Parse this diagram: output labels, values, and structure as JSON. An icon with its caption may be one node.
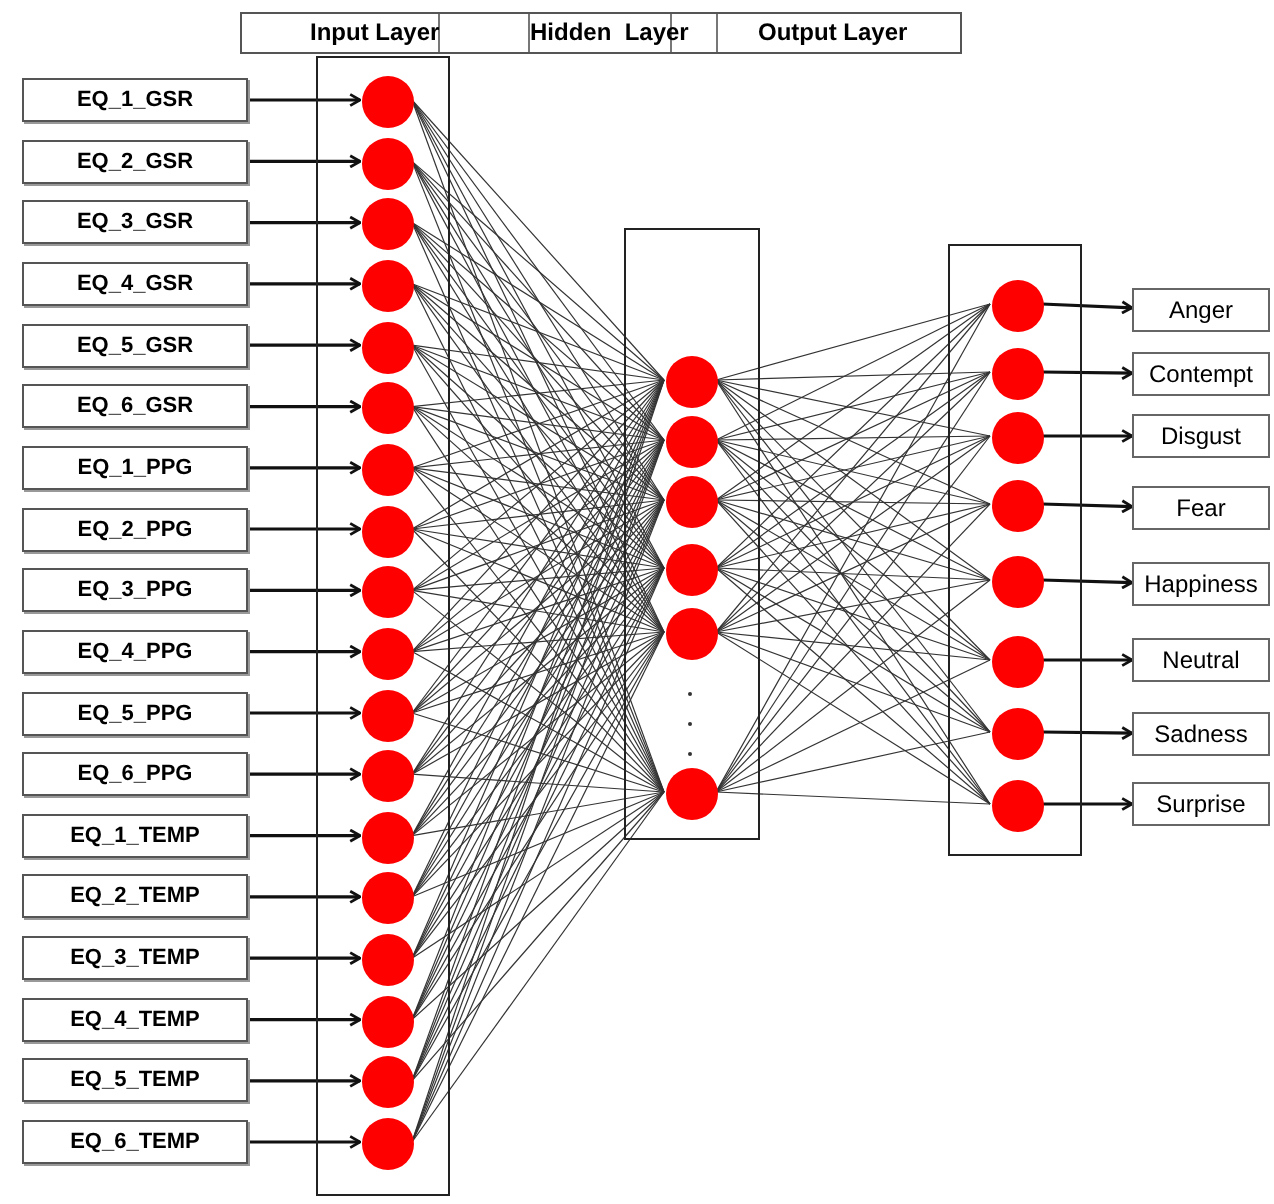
{
  "diagram": {
    "nodes": [
      {
        "text": [
          "EQ_1_GSR"
        ]
      },
      {
        "text": [
          "EQ_2_GSR"
        ]
      },
      {
        "text": [
          "EQ_3_GSR"
        ]
      },
      {
        "text": [
          "EQ_4_GSR"
        ]
      },
      {
        "text": [
          "EQ_5_GSR"
        ]
      },
      {
        "text": [
          "EQ_6_GSR"
        ]
      },
      {
        "text": [
          "EQ_1_PPG"
        ]
      },
      {
        "text": [
          "EQ_2_PPG"
        ]
      },
      {
        "text": [
          "EQ_3_PPG"
        ]
      },
      {
        "text": [
          "EQ_4_PPG"
        ]
      },
      {
        "text": [
          "EQ_5_PPG"
        ]
      },
      {
        "text": [
          "EQ_6_PPG"
        ]
      },
      {
        "text": [
          "EQ_1_TEMP"
        ]
      },
      {
        "text": [
          "EQ_2_TEMP"
        ]
      },
      {
        "text": [
          "EQ_3_TEMP"
        ]
      },
      {
        "text": [
          "EQ_4_TEMP"
        ]
      },
      {
        "text": [
          "EQ_5_TEMP"
        ]
      },
      {
        "text": [
          "EQ_6_TEMP"
        ]
      },
      {
        "text": [],
        "shape": "box"
      },
      {
        "text": [],
        "shape": "circle",
        "in": 18
      },
      {
        "text": [],
        "shape": "circle",
        "in": 18
      },
      {
        "text": [],
        "shape": "circle",
        "in": 18
      },
      {
        "text": [],
        "shape": "circle",
        "in": 18
      },
      {
        "text": [],
        "shape": "circle",
        "in": 18
      },
      {
        "text": [],
        "shape": "circle",
        "in": 18
      },
      {
        "text": [],
        "shape": "circle",
        "in": 18
      },
      {
        "text": [],
        "shape": "circle",
        "in": 18
      },
      {
        "text": [],
        "shape": "circle",
        "in": 18
      },
      {
        "text": [],
        "shape": "circle",
        "in": 18
      },
      {
        "text": [],
        "shape": "circle",
        "in": 18
      },
      {
        "text": [],
        "shape": "circle",
        "in": 18
      },
      {
        "text": [],
        "shape": "circle",
        "in": 18
      },
      {
        "text": [],
        "shape": "circle",
        "in": 18
      },
      {
        "text": [],
        "shape": "circle",
        "in": 18
      },
      {
        "text": [],
        "shape": "circle",
        "in": 18
      },
      {
        "text": [],
        "shape": "circle",
        "in": 18
      },
      {
        "text": [],
        "shape": "circle",
        "in": 18
      },
      {
        "text": [],
        "shape": "box"
      },
      {
        "text": [],
        "shape": "circle",
        "in": 37
      },
      {
        "text": [],
        "shape": "circle",
        "in": 37
      },
      {
        "text": [],
        "shape": "circle",
        "in": 37
      },
      {
        "text": [],
        "shape": "circle",
        "in": 37
      },
      {
        "text": [],
        "shape": "circle",
        "in": 37
      },
      {
        "text": [],
        "shape": "circle",
        "in": 37
      },
      {
        "text": [],
        "shape": "box"
      },
      {
        "text": [],
        "shape": "circle",
        "in": 44
      },
      {
        "text": [],
        "shape": "circle",
        "in": 44
      },
      {
        "text": [],
        "shape": "circle",
        "in": 44
      },
      {
        "text": [],
        "shape": "circle",
        "in": 44
      },
      {
        "text": [],
        "shape": "circle",
        "in": 44
      },
      {
        "text": [],
        "shape": "circle",
        "in": 44
      },
      {
        "text": [],
        "shape": "circle",
        "in": 44
      },
      {
        "text": [],
        "shape": "circle",
        "in": 44
      },
      {
        "text": [
          "Anger"
        ]
      },
      {
        "text": [
          "Contempt"
        ]
      },
      {
        "text": [
          "Disgust"
        ]
      },
      {
        "text": [
          "Fear"
        ]
      },
      {
        "text": [
          "Happiness"
        ]
      },
      {
        "text": [
          "Neutral"
        ]
      },
      {
        "text": [
          "Sadness"
        ]
      },
      {
        "text": [
          "Surprise"
        ]
      }
    ],
    "edges": [
      {
        "from": 0,
        "to": 19,
        "arrow": "to"
      },
      {
        "from": 1,
        "to": 20,
        "arrow": "to"
      },
      {
        "from": 2,
        "to": 21,
        "arrow": "to"
      },
      {
        "from": 3,
        "to": 22,
        "arrow": "to"
      },
      {
        "from": 4,
        "to": 23,
        "arrow": "to"
      },
      {
        "from": 5,
        "to": 24,
        "arrow": "to"
      },
      {
        "from": 6,
        "to": 25,
        "arrow": "to"
      },
      {
        "from": 7,
        "to": 26,
        "arrow": "to"
      },
      {
        "from": 8,
        "to": 27,
        "arrow": "to"
      },
      {
        "from": 9,
        "to": 28,
        "arrow": "to"
      },
      {
        "from": 10,
        "to": 29,
        "arrow": "to"
      },
      {
        "from": 11,
        "to": 30,
        "arrow": "to"
      },
      {
        "from": 12,
        "to": 31,
        "arrow": "to"
      },
      {
        "from": 13,
        "to": 32,
        "arrow": "to"
      },
      {
        "from": 14,
        "to": 33,
        "arrow": "to"
      },
      {
        "from": 15,
        "to": 34,
        "arrow": "to"
      },
      {
        "from": 16,
        "to": 35,
        "arrow": "to"
      },
      {
        "from": 17,
        "to": 36,
        "arrow": "to"
      },
      {
        "from": 19,
        "to": 38,
        "arrow": "none"
      },
      {
        "from": 19,
        "to": 39,
        "arrow": "none"
      },
      {
        "from": 19,
        "to": 40,
        "arrow": "none"
      },
      {
        "from": 19,
        "to": 41,
        "arrow": "none"
      },
      {
        "from": 19,
        "to": 42,
        "arrow": "none"
      },
      {
        "from": 19,
        "to": 43,
        "arrow": "none"
      },
      {
        "from": 20,
        "to": 38,
        "arrow": "none"
      },
      {
        "from": 20,
        "to": 39,
        "arrow": "none"
      },
      {
        "from": 20,
        "to": 40,
        "arrow": "none"
      },
      {
        "from": 20,
        "to": 41,
        "arrow": "none"
      },
      {
        "from": 20,
        "to": 42,
        "arrow": "none"
      },
      {
        "from": 20,
        "to": 43,
        "arrow": "none"
      },
      {
        "from": 21,
        "to": 38,
        "arrow": "none"
      },
      {
        "from": 21,
        "to": 39,
        "arrow": "none"
      },
      {
        "from": 21,
        "to": 40,
        "arrow": "none"
      },
      {
        "from": 21,
        "to": 41,
        "arrow": "none"
      },
      {
        "from": 21,
        "to": 42,
        "arrow": "none"
      },
      {
        "from": 21,
        "to": 43,
        "arrow": "none"
      },
      {
        "from": 22,
        "to": 38,
        "arrow": "none"
      },
      {
        "from": 22,
        "to": 39,
        "arrow": "none"
      },
      {
        "from": 22,
        "to": 40,
        "arrow": "none"
      },
      {
        "from": 22,
        "to": 41,
        "arrow": "none"
      },
      {
        "from": 22,
        "to": 42,
        "arrow": "none"
      },
      {
        "from": 22,
        "to": 43,
        "arrow": "none"
      },
      {
        "from": 23,
        "to": 38,
        "arrow": "none"
      },
      {
        "from": 23,
        "to": 39,
        "arrow": "none"
      },
      {
        "from": 23,
        "to": 40,
        "arrow": "none"
      },
      {
        "from": 23,
        "to": 41,
        "arrow": "none"
      },
      {
        "from": 23,
        "to": 42,
        "arrow": "none"
      },
      {
        "from": 23,
        "to": 43,
        "arrow": "none"
      },
      {
        "from": 24,
        "to": 38,
        "arrow": "none"
      },
      {
        "from": 24,
        "to": 39,
        "arrow": "none"
      },
      {
        "from": 24,
        "to": 40,
        "arrow": "none"
      },
      {
        "from": 24,
        "to": 41,
        "arrow": "none"
      },
      {
        "from": 24,
        "to": 42,
        "arrow": "none"
      },
      {
        "from": 24,
        "to": 43,
        "arrow": "none"
      },
      {
        "from": 25,
        "to": 38,
        "arrow": "none"
      },
      {
        "from": 25,
        "to": 39,
        "arrow": "none"
      },
      {
        "from": 25,
        "to": 40,
        "arrow": "none"
      },
      {
        "from": 25,
        "to": 41,
        "arrow": "none"
      },
      {
        "from": 25,
        "to": 42,
        "arrow": "none"
      },
      {
        "from": 25,
        "to": 43,
        "arrow": "none"
      },
      {
        "from": 26,
        "to": 38,
        "arrow": "none"
      },
      {
        "from": 26,
        "to": 39,
        "arrow": "none"
      },
      {
        "from": 26,
        "to": 40,
        "arrow": "none"
      },
      {
        "from": 26,
        "to": 41,
        "arrow": "none"
      },
      {
        "from": 26,
        "to": 42,
        "arrow": "none"
      },
      {
        "from": 26,
        "to": 43,
        "arrow": "none"
      },
      {
        "from": 27,
        "to": 38,
        "arrow": "none"
      },
      {
        "from": 27,
        "to": 39,
        "arrow": "none"
      },
      {
        "from": 27,
        "to": 40,
        "arrow": "none"
      },
      {
        "from": 27,
        "to": 41,
        "arrow": "none"
      },
      {
        "from": 27,
        "to": 42,
        "arrow": "none"
      },
      {
        "from": 27,
        "to": 43,
        "arrow": "none"
      },
      {
        "from": 28,
        "to": 38,
        "arrow": "none"
      },
      {
        "from": 28,
        "to": 39,
        "arrow": "none"
      },
      {
        "from": 28,
        "to": 40,
        "arrow": "none"
      },
      {
        "from": 28,
        "to": 41,
        "arrow": "none"
      },
      {
        "from": 28,
        "to": 42,
        "arrow": "none"
      },
      {
        "from": 28,
        "to": 43,
        "arrow": "none"
      },
      {
        "from": 29,
        "to": 38,
        "arrow": "none"
      },
      {
        "from": 29,
        "to": 39,
        "arrow": "none"
      },
      {
        "from": 29,
        "to": 40,
        "arrow": "none"
      },
      {
        "from": 29,
        "to": 41,
        "arrow": "none"
      },
      {
        "from": 29,
        "to": 42,
        "arrow": "none"
      },
      {
        "from": 29,
        "to": 43,
        "arrow": "none"
      },
      {
        "from": 30,
        "to": 38,
        "arrow": "none"
      },
      {
        "from": 30,
        "to": 39,
        "arrow": "none"
      },
      {
        "from": 30,
        "to": 40,
        "arrow": "none"
      },
      {
        "from": 30,
        "to": 41,
        "arrow": "none"
      },
      {
        "from": 30,
        "to": 42,
        "arrow": "none"
      },
      {
        "from": 30,
        "to": 43,
        "arrow": "none"
      },
      {
        "from": 31,
        "to": 38,
        "arrow": "none"
      },
      {
        "from": 31,
        "to": 39,
        "arrow": "none"
      },
      {
        "from": 31,
        "to": 40,
        "arrow": "none"
      },
      {
        "from": 31,
        "to": 41,
        "arrow": "none"
      },
      {
        "from": 31,
        "to": 42,
        "arrow": "none"
      },
      {
        "from": 31,
        "to": 43,
        "arrow": "none"
      },
      {
        "from": 32,
        "to": 38,
        "arrow": "none"
      },
      {
        "from": 32,
        "to": 39,
        "arrow": "none"
      },
      {
        "from": 32,
        "to": 40,
        "arrow": "none"
      },
      {
        "from": 32,
        "to": 41,
        "arrow": "none"
      },
      {
        "from": 32,
        "to": 42,
        "arrow": "none"
      },
      {
        "from": 32,
        "to": 43,
        "arrow": "none"
      },
      {
        "from": 33,
        "to": 38,
        "arrow": "none"
      },
      {
        "from": 33,
        "to": 39,
        "arrow": "none"
      },
      {
        "from": 33,
        "to": 40,
        "arrow": "none"
      },
      {
        "from": 33,
        "to": 41,
        "arrow": "none"
      },
      {
        "from": 33,
        "to": 42,
        "arrow": "none"
      },
      {
        "from": 33,
        "to": 43,
        "arrow": "none"
      },
      {
        "from": 34,
        "to": 38,
        "arrow": "none"
      },
      {
        "from": 34,
        "to": 39,
        "arrow": "none"
      },
      {
        "from": 34,
        "to": 40,
        "arrow": "none"
      },
      {
        "from": 34,
        "to": 41,
        "arrow": "none"
      },
      {
        "from": 34,
        "to": 42,
        "arrow": "none"
      },
      {
        "from": 34,
        "to": 43,
        "arrow": "none"
      },
      {
        "from": 35,
        "to": 38,
        "arrow": "none"
      },
      {
        "from": 35,
        "to": 39,
        "arrow": "none"
      },
      {
        "from": 35,
        "to": 40,
        "arrow": "none"
      },
      {
        "from": 35,
        "to": 41,
        "arrow": "none"
      },
      {
        "from": 35,
        "to": 42,
        "arrow": "none"
      },
      {
        "from": 35,
        "to": 43,
        "arrow": "none"
      },
      {
        "from": 36,
        "to": 38,
        "arrow": "none"
      },
      {
        "from": 36,
        "to": 39,
        "arrow": "none"
      },
      {
        "from": 36,
        "to": 40,
        "arrow": "none"
      },
      {
        "from": 36,
        "to": 41,
        "arrow": "none"
      },
      {
        "from": 36,
        "to": 42,
        "arrow": "none"
      },
      {
        "from": 36,
        "to": 43,
        "arrow": "none"
      },
      {
        "from": 38,
        "to": 45,
        "arrow": "none"
      },
      {
        "from": 38,
        "to": 46,
        "arrow": "none"
      },
      {
        "from": 38,
        "to": 47,
        "arrow": "none"
      },
      {
        "from": 38,
        "to": 48,
        "arrow": "none"
      },
      {
        "from": 38,
        "to": 49,
        "arrow": "none"
      },
      {
        "from": 38,
        "to": 50,
        "arrow": "none"
      },
      {
        "from": 38,
        "to": 51,
        "arrow": "none"
      },
      {
        "from": 38,
        "to": 52,
        "arrow": "none"
      },
      {
        "from": 39,
        "to": 45,
        "arrow": "none"
      },
      {
        "from": 39,
        "to": 46,
        "arrow": "none"
      },
      {
        "from": 39,
        "to": 47,
        "arrow": "none"
      },
      {
        "from": 39,
        "to": 48,
        "arrow": "none"
      },
      {
        "from": 39,
        "to": 49,
        "arrow": "none"
      },
      {
        "from": 39,
        "to": 50,
        "arrow": "none"
      },
      {
        "from": 39,
        "to": 51,
        "arrow": "none"
      },
      {
        "from": 39,
        "to": 52,
        "arrow": "none"
      },
      {
        "from": 40,
        "to": 45,
        "arrow": "none"
      },
      {
        "from": 40,
        "to": 46,
        "arrow": "none"
      },
      {
        "from": 40,
        "to": 47,
        "arrow": "none"
      },
      {
        "from": 40,
        "to": 48,
        "arrow": "none"
      },
      {
        "from": 40,
        "to": 49,
        "arrow": "none"
      },
      {
        "from": 40,
        "to": 50,
        "arrow": "none"
      },
      {
        "from": 40,
        "to": 51,
        "arrow": "none"
      },
      {
        "from": 40,
        "to": 52,
        "arrow": "none"
      },
      {
        "from": 41,
        "to": 45,
        "arrow": "none"
      },
      {
        "from": 41,
        "to": 46,
        "arrow": "none"
      },
      {
        "from": 41,
        "to": 47,
        "arrow": "none"
      },
      {
        "from": 41,
        "to": 48,
        "arrow": "none"
      },
      {
        "from": 41,
        "to": 49,
        "arrow": "none"
      },
      {
        "from": 41,
        "to": 50,
        "arrow": "none"
      },
      {
        "from": 41,
        "to": 51,
        "arrow": "none"
      },
      {
        "from": 41,
        "to": 52,
        "arrow": "none"
      },
      {
        "from": 42,
        "to": 45,
        "arrow": "none"
      },
      {
        "from": 42,
        "to": 46,
        "arrow": "none"
      },
      {
        "from": 42,
        "to": 47,
        "arrow": "none"
      },
      {
        "from": 42,
        "to": 48,
        "arrow": "none"
      },
      {
        "from": 42,
        "to": 49,
        "arrow": "none"
      },
      {
        "from": 42,
        "to": 50,
        "arrow": "none"
      },
      {
        "from": 42,
        "to": 51,
        "arrow": "none"
      },
      {
        "from": 42,
        "to": 52,
        "arrow": "none"
      },
      {
        "from": 43,
        "to": 45,
        "arrow": "none"
      },
      {
        "from": 43,
        "to": 46,
        "arrow": "none"
      },
      {
        "from": 43,
        "to": 47,
        "arrow": "none"
      },
      {
        "from": 43,
        "to": 48,
        "arrow": "none"
      },
      {
        "from": 43,
        "to": 49,
        "arrow": "none"
      },
      {
        "from": 43,
        "to": 50,
        "arrow": "none"
      },
      {
        "from": 43,
        "to": 51,
        "arrow": "none"
      },
      {
        "from": 43,
        "to": 52,
        "arrow": "none"
      },
      {
        "from": 45,
        "to": 53,
        "arrow": "to"
      },
      {
        "from": 46,
        "to": 54,
        "arrow": "to"
      },
      {
        "from": 47,
        "to": 55,
        "arrow": "to"
      },
      {
        "from": 48,
        "to": 56,
        "arrow": "to"
      },
      {
        "from": 49,
        "to": 57,
        "arrow": "to"
      },
      {
        "from": 50,
        "to": 58,
        "arrow": "to"
      },
      {
        "from": 51,
        "to": 59,
        "arrow": "to"
      },
      {
        "from": 52,
        "to": 60,
        "arrow": "to"
      }
    ],
    "labels": [
      "Input Layer",
      "Hidden  Layer",
      "Output Layer"
    ]
  }
}
